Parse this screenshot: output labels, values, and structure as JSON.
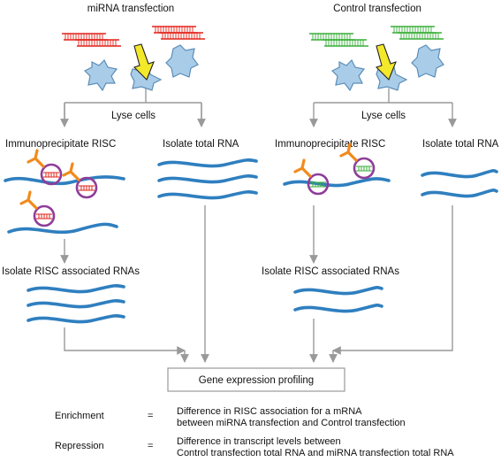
{
  "left_column": {
    "title": "miRNA transfection",
    "lyse": "Lyse cells",
    "ip": "Immunoprecipitate RISC",
    "total": "Isolate total RNA",
    "isolate_assoc": "Isolate RISC associated RNAs"
  },
  "right_column": {
    "title": "Control transfection",
    "lyse": "Lyse cells",
    "ip": "Immunoprecipitate RISC",
    "total": "Isolate total RNA",
    "isolate_assoc": "Isolate RISC associated RNAs"
  },
  "profiling_box": "Gene expression profiling",
  "definitions": [
    {
      "term": "Enrichment",
      "eq": "=",
      "line1": "Difference in RISC association for a mRNA",
      "line2": "between miRNA transfection and Control transfection"
    },
    {
      "term": "Repression",
      "eq": "=",
      "line1": "Difference in transcript levels between",
      "line2": "Control transfection total RNA and miRNA transfection total RNA"
    }
  ],
  "colors": {
    "mirna_duplex": "#e2231a",
    "control_duplex": "#3aae3a",
    "rna_strand": "#2f7fbf",
    "risc_ring": "#8e3d9a",
    "antibody": "#f28a1c",
    "arrow": "#999999",
    "cell": "#a9cde8",
    "transfection_arrow": "#f3e82a"
  }
}
